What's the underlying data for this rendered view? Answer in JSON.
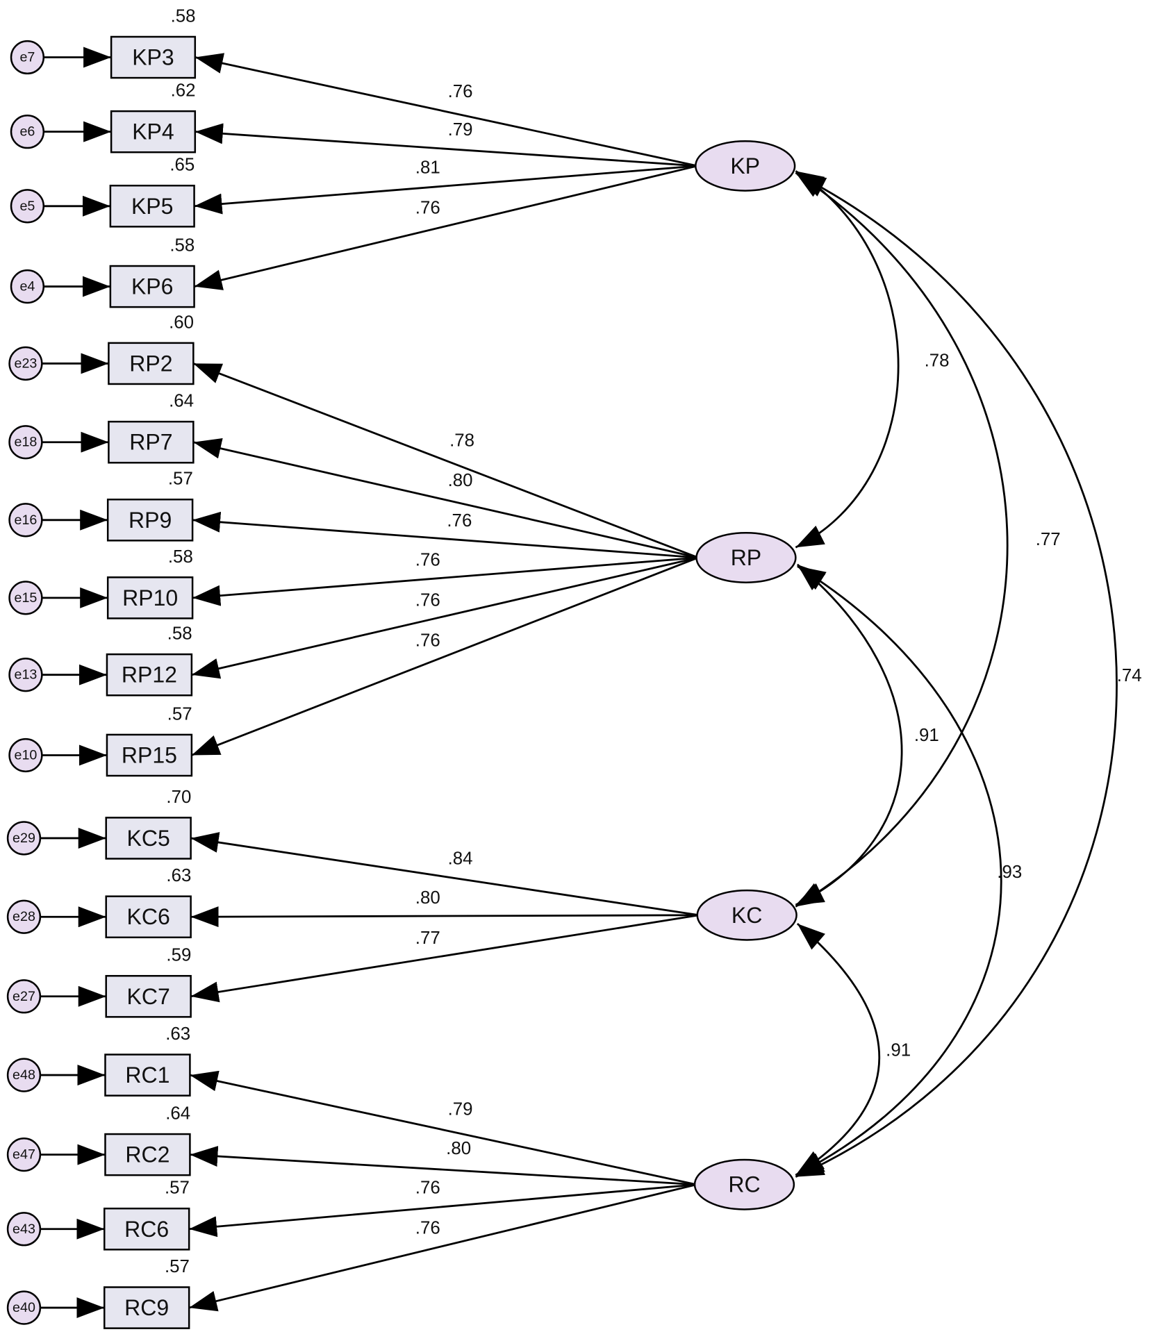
{
  "colors": {
    "latent_fill": "#e8dcf0",
    "indicator_fill": "#e6e6f0",
    "error_fill": "#e8dcf0",
    "stroke": "#000000"
  },
  "latents": [
    {
      "id": "KP",
      "label": "KP"
    },
    {
      "id": "RP",
      "label": "RP"
    },
    {
      "id": "KC",
      "label": "KC"
    },
    {
      "id": "RC",
      "label": "RC"
    }
  ],
  "indicators": [
    {
      "id": "KP3",
      "label": "KP3",
      "error": "e7",
      "r2": ".58",
      "loading": ".76",
      "factor": "KP"
    },
    {
      "id": "KP4",
      "label": "KP4",
      "error": "e6",
      "r2": ".62",
      "loading": ".79",
      "factor": "KP"
    },
    {
      "id": "KP5",
      "label": "KP5",
      "error": "e5",
      "r2": ".65",
      "loading": ".81",
      "factor": "KP"
    },
    {
      "id": "KP6",
      "label": "KP6",
      "error": "e4",
      "r2": ".58",
      "loading": ".76",
      "factor": "KP"
    },
    {
      "id": "RP2",
      "label": "RP2",
      "error": "e23",
      "r2": ".60",
      "loading": ".78",
      "factor": "RP"
    },
    {
      "id": "RP7",
      "label": "RP7",
      "error": "e18",
      "r2": ".64",
      "loading": ".80",
      "factor": "RP"
    },
    {
      "id": "RP9",
      "label": "RP9",
      "error": "e16",
      "r2": ".57",
      "loading": ".76",
      "factor": "RP"
    },
    {
      "id": "RP10",
      "label": "RP10",
      "error": "e15",
      "r2": ".58",
      "loading": ".76",
      "factor": "RP"
    },
    {
      "id": "RP12",
      "label": "RP12",
      "error": "e13",
      "r2": ".58",
      "loading": ".76",
      "factor": "RP"
    },
    {
      "id": "RP15",
      "label": "RP15",
      "error": "e10",
      "r2": ".57",
      "loading": ".76",
      "factor": "RP"
    },
    {
      "id": "KC5",
      "label": "KC5",
      "error": "e29",
      "r2": ".70",
      "loading": ".84",
      "factor": "KC"
    },
    {
      "id": "KC6",
      "label": "KC6",
      "error": "e28",
      "r2": ".63",
      "loading": ".80",
      "factor": "KC"
    },
    {
      "id": "KC7",
      "label": "KC7",
      "error": "e27",
      "r2": ".59",
      "loading": ".77",
      "factor": "KC"
    },
    {
      "id": "RC1",
      "label": "RC1",
      "error": "e48",
      "r2": ".63",
      "loading": ".79",
      "factor": "RC"
    },
    {
      "id": "RC2",
      "label": "RC2",
      "error": "e47",
      "r2": ".64",
      "loading": ".80",
      "factor": "RC"
    },
    {
      "id": "RC6",
      "label": "RC6",
      "error": "e43",
      "r2": ".57",
      "loading": ".76",
      "factor": "RC"
    },
    {
      "id": "RC9",
      "label": "RC9",
      "error": "e40",
      "r2": ".57",
      "loading": ".76",
      "factor": "RC"
    }
  ],
  "correlations": [
    {
      "from": "KP",
      "to": "RP",
      "value": ".78"
    },
    {
      "from": "KP",
      "to": "KC",
      "value": ".77"
    },
    {
      "from": "KP",
      "to": "RC",
      "value": ".74"
    },
    {
      "from": "RP",
      "to": "KC",
      "value": ".91"
    },
    {
      "from": "RP",
      "to": "RC",
      "value": ".93"
    },
    {
      "from": "KC",
      "to": "RC",
      "value": ".91"
    }
  ]
}
